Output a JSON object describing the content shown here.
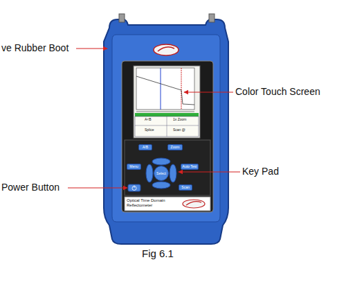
{
  "diagram": {
    "caption": "Fig 6.1",
    "nodes": [
      {
        "text": [
          "A/B"
        ]
      },
      {
        "text": [
          "Zoom"
        ]
      },
      {
        "text": [
          "Menu"
        ]
      },
      {
        "text": [
          "Select"
        ]
      },
      {
        "text": [
          "Auto Test"
        ]
      },
      {
        "text": [
          "Scan"
        ]
      }
    ],
    "labels": [
      "ve Rubber Boot",
      "Color Touch Screen",
      "Key Pad",
      "Power Button",
      "Optical Time Domain Reflectometer",
      "A<B",
      "1x Zoom",
      "Splice",
      "Scan @"
    ]
  }
}
